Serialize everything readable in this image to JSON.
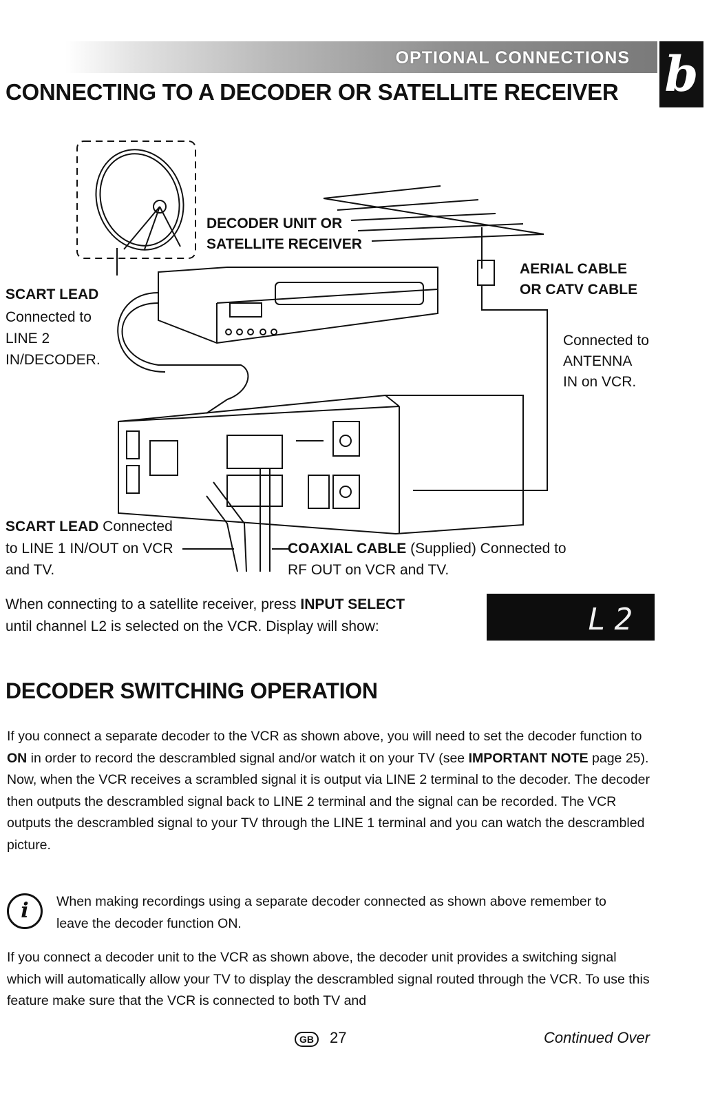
{
  "header": {
    "section_banner": "OPTIONAL CONNECTIONS",
    "chapter_tab": "b",
    "title": "CONNECTING TO A DECODER OR SATELLITE RECEIVER"
  },
  "diagram": {
    "decoder_label_line1": "DECODER UNIT OR",
    "decoder_label_line2": "SATELLITE RECEIVER",
    "aerial_label_line1": "AERIAL CABLE",
    "aerial_label_line2": "OR CATV CABLE",
    "antenna_note_line1": "Connected to",
    "antenna_note_line2": "ANTENNA",
    "antenna_note_line3": "IN on VCR.",
    "scart_top_bold": "SCART LEAD",
    "scart_top_line2": "Connected to",
    "scart_top_line3": "LINE 2",
    "scart_top_line4": "IN/DECODER.",
    "scart_bottom_bold": "SCART LEAD",
    "scart_bottom_rest": " Connected",
    "scart_bottom_line2": "to LINE 1 IN/OUT on VCR",
    "scart_bottom_line3": "and TV.",
    "coax_bold": "COAXIAL CABLE",
    "coax_rest": " (Supplied) Connected to",
    "coax_line2": "RF OUT on VCR and TV."
  },
  "satellite_note": {
    "line1_pre": "When connecting to a satellite receiver, press ",
    "line1_bold": "INPUT SELECT",
    "line2": "until channel L2 is selected on the VCR. Display will show:",
    "display": "L2"
  },
  "section2": {
    "title": "DECODER SWITCHING OPERATION",
    "p1_a": "If you connect a separate decoder to the VCR as shown above, you will need to set the decoder function to ",
    "p1_b": "ON",
    "p1_c": " in order to record the descrambled signal and/or watch it on your TV (see ",
    "p1_d": "IMPORTANT NOTE",
    "p1_e": " page 25). Now, when the VCR receives a scrambled signal it is output via LINE 2 terminal to the decoder. The decoder then outputs the descrambled signal back to LINE 2 terminal and the signal can be recorded. The VCR outputs the descrambled signal to your TV through the LINE 1 terminal and you can watch the descrambled picture.",
    "info_icon": "i",
    "info_text": "When making recordings using a separate decoder connected as shown above remember to leave the decoder function ON.",
    "p2": "If you connect a decoder unit to the VCR as shown above, the decoder unit provides a switching signal which will automatically allow your TV to display the descrambled signal routed through the VCR. To use this feature make sure that the VCR is connected to both TV and"
  },
  "footer": {
    "region": "GB",
    "page": "27",
    "continued": "Continued Over"
  }
}
